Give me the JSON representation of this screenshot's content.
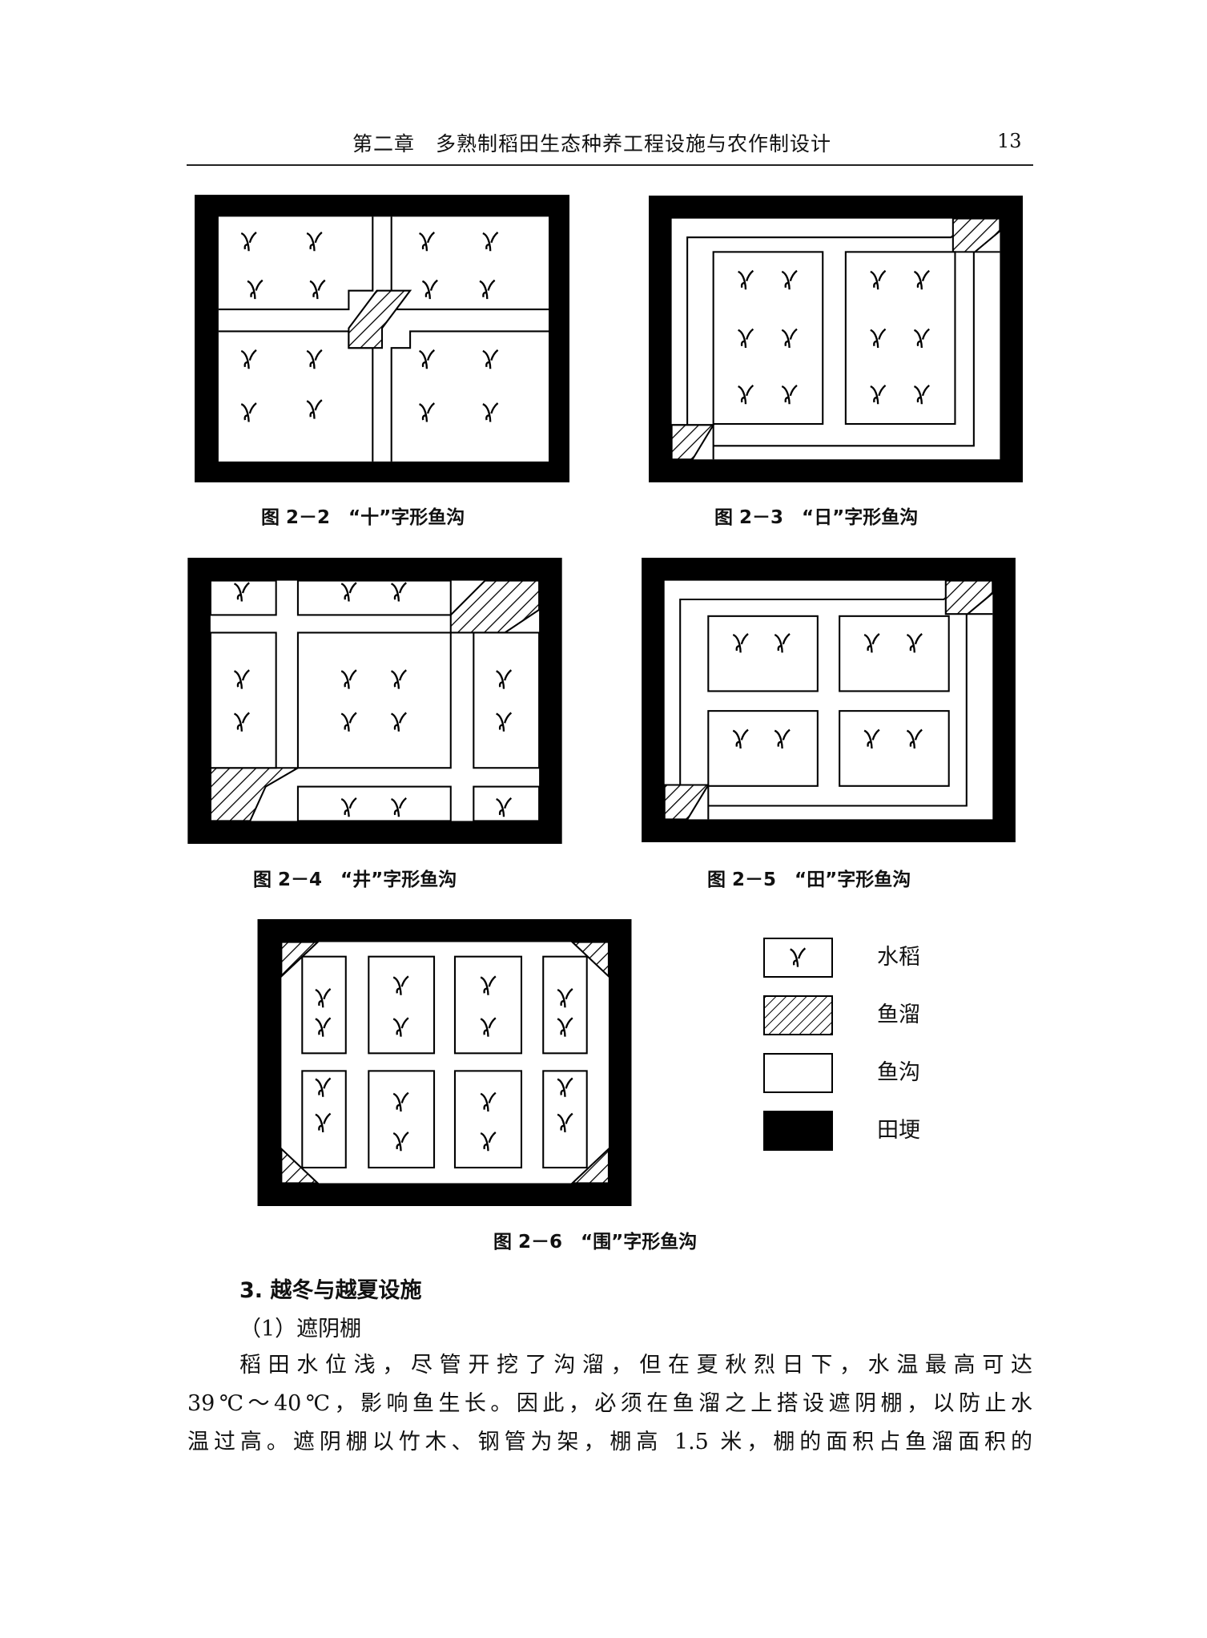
{
  "header": {
    "title": "第二章　多熟制稻田生态种养工程设施与农作制设计",
    "page_number": "13"
  },
  "figures": [
    {
      "caption": "图 2－2　“十”字形鱼沟"
    },
    {
      "caption": "图 2－3　“日”字形鱼沟"
    },
    {
      "caption": "图 2－4　“井”字形鱼沟"
    },
    {
      "caption": "图 2－5　“田”字形鱼沟"
    },
    {
      "caption": "图 2－6　“围”字形鱼沟"
    }
  ],
  "legend": [
    {
      "label": "水稻",
      "icon": "rice-plant-icon"
    },
    {
      "label": "鱼溜",
      "icon": "hatched-pond-icon"
    },
    {
      "label": "鱼沟",
      "icon": "blank-ditch-icon"
    },
    {
      "label": "田埂",
      "icon": "black-ridge-icon"
    }
  ],
  "section": {
    "heading": "3. 越冬与越夏设施",
    "subheading": "（1）遮阴棚",
    "lines": [
      "稻田水位浅，尽管开挖了沟溜，但在夏秋烈日下，水温最高可达",
      "39℃～40℃，影响鱼生长。因此，必须在鱼溜之上搭设遮阴棚，以防止水",
      "温过高。遮阴棚以竹木、钢管为架，棚高 1.5 米，棚的面积占鱼溜面积的"
    ]
  }
}
